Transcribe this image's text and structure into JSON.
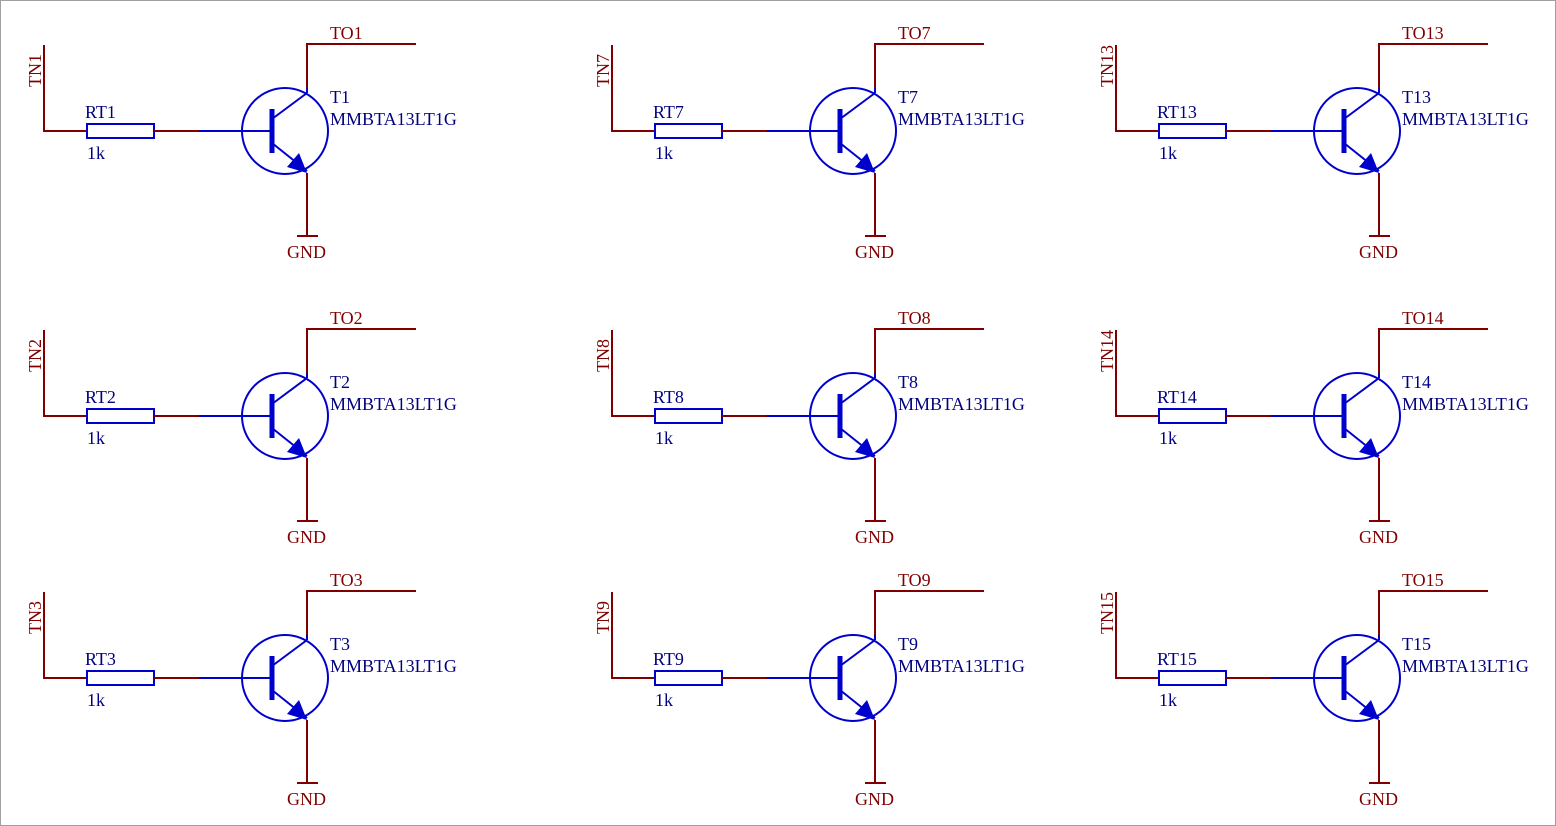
{
  "colors": {
    "net_wire": "#800000",
    "component": "#0000cc",
    "designator_text": "#000080",
    "border": "#a0a0a0",
    "background": "#ffffff"
  },
  "circuits": [
    {
      "input": "TN1",
      "resistor": "RT1",
      "resistor_value": "1k",
      "transistor": "T1",
      "part": "MMBTA13LT1G",
      "output": "TO1",
      "ground": "GND"
    },
    {
      "input": "TN2",
      "resistor": "RT2",
      "resistor_value": "1k",
      "transistor": "T2",
      "part": "MMBTA13LT1G",
      "output": "TO2",
      "ground": "GND"
    },
    {
      "input": "TN3",
      "resistor": "RT3",
      "resistor_value": "1k",
      "transistor": "T3",
      "part": "MMBTA13LT1G",
      "output": "TO3",
      "ground": "GND"
    },
    {
      "input": "TN7",
      "resistor": "RT7",
      "resistor_value": "1k",
      "transistor": "T7",
      "part": "MMBTA13LT1G",
      "output": "TO7",
      "ground": "GND"
    },
    {
      "input": "TN8",
      "resistor": "RT8",
      "resistor_value": "1k",
      "transistor": "T8",
      "part": "MMBTA13LT1G",
      "output": "TO8",
      "ground": "GND"
    },
    {
      "input": "TN9",
      "resistor": "RT9",
      "resistor_value": "1k",
      "transistor": "T9",
      "part": "MMBTA13LT1G",
      "output": "TO9",
      "ground": "GND"
    },
    {
      "input": "TN13",
      "resistor": "RT13",
      "resistor_value": "1k",
      "transistor": "T13",
      "part": "MMBTA13LT1G",
      "output": "TO13",
      "ground": "GND"
    },
    {
      "input": "TN14",
      "resistor": "RT14",
      "resistor_value": "1k",
      "transistor": "T14",
      "part": "MMBTA13LT1G",
      "output": "TO14",
      "ground": "GND"
    },
    {
      "input": "TN15",
      "resistor": "RT15",
      "resistor_value": "1k",
      "transistor": "T15",
      "part": "MMBTA13LT1G",
      "output": "TO15",
      "ground": "GND"
    }
  ]
}
